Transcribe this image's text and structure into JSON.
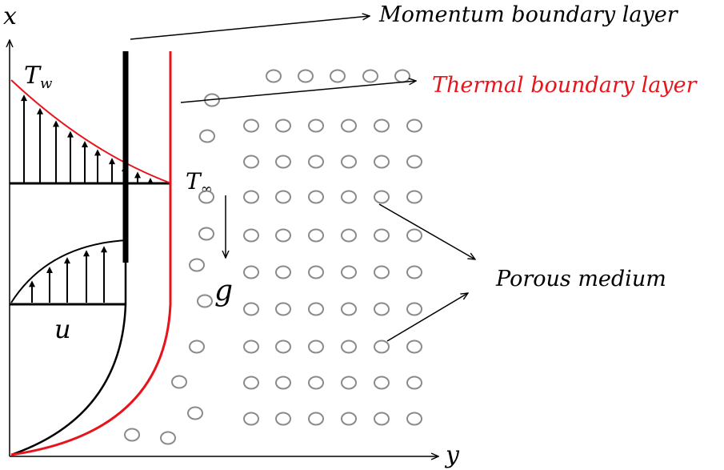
{
  "labels": {
    "x_axis": "x",
    "y_axis": "y",
    "T_w_base": "T",
    "T_w_sub": "w",
    "T_inf_base": "T",
    "T_inf_sub": "∞",
    "u": "u",
    "g": "g",
    "momentum": "Momentum boundary layer",
    "thermal": "Thermal boundary layer",
    "porous": "Porous medium"
  },
  "colors": {
    "ink": "#000000",
    "thermal": "#e8141c",
    "pore": "#8a8a8a"
  }
}
